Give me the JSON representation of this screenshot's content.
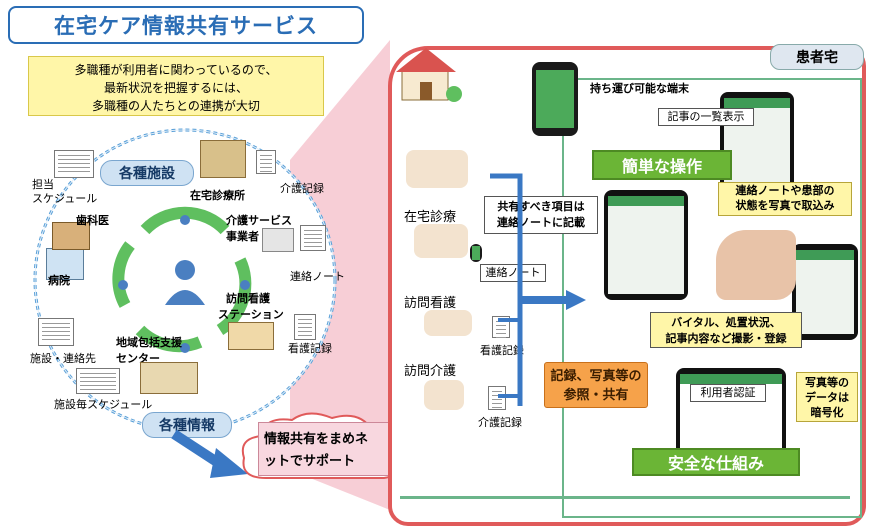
{
  "title": "在宅ケア情報共有サービス",
  "note_lines": [
    "多職種が利用者に関わっているので、",
    "最新状況を把握するには、",
    "多職種の人たちとの連携が大切"
  ],
  "left": {
    "facilities_pill": "各種施設",
    "info_pill": "各種情報",
    "zaitaku_clinic": "在宅診療所",
    "kaigo_kiroku": "介護記録",
    "kaigo_service": [
      "介護サービス",
      "事業者"
    ],
    "renraku_note": "連絡ノート",
    "houmon_station": [
      "訪問看護",
      "ステーション"
    ],
    "kango_kiroku": "看護記録",
    "chiiki": [
      "地域包括支援",
      "センター"
    ],
    "shisetsu_schedule": "施設毎スケジュール",
    "shisetsu_renraku": "施設・連絡先",
    "byoin": "病院",
    "shikai": "歯科医",
    "tanto_schedule": [
      "担当",
      "スケジュール"
    ]
  },
  "cloud_text": [
    "情報共有をまめネ",
    "ットでサポート"
  ],
  "right": {
    "patient_home": "患者宅",
    "portable": "持ち運び可能な端末",
    "article_list": "記事の一覧表示",
    "easy_op": "簡単な操作",
    "photo_capture": [
      "連絡ノートや患部の",
      "状態を写真で取込み"
    ],
    "share_items": [
      "共有すべき項目は",
      "連絡ノートに記載"
    ],
    "zaitaku_shinryo": "在宅診療",
    "renraku_note": "連絡ノート",
    "houmon_kango": "訪問看護",
    "kango_kiroku": "看護記録",
    "houmon_kaigo": "訪問介護",
    "kaigo_kiroku": "介護記録",
    "vital": [
      "バイタル、処置状況、",
      "記事内容など撮影・登録"
    ],
    "record_ref": [
      "記録、写真等の",
      "参照・共有"
    ],
    "user_auth": "利用者認証",
    "encrypt": [
      "写真等の",
      "データは",
      "暗号化"
    ],
    "safe": "安全な仕組み"
  },
  "colors": {
    "title_blue": "#2a6db5",
    "green": "#6bb536",
    "red": "#e05a5a",
    "orange": "#f6a24a",
    "pink": "#f6c6cf"
  }
}
